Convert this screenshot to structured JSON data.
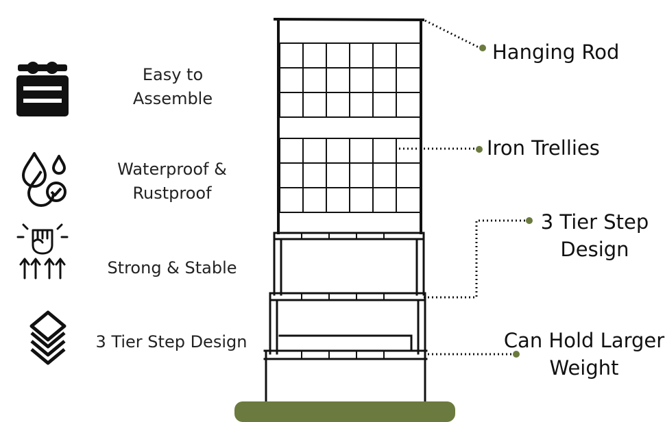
{
  "features": [
    {
      "label": "Easy to\nAssemble",
      "icon": "signboard-icon"
    },
    {
      "label": "Waterproof &\nRustproof",
      "icon": "water-drops-check-icon"
    },
    {
      "label": "Strong & Stable",
      "icon": "raised-fist-icon"
    },
    {
      "label": "3 Tier Step Design",
      "icon": "stacked-layers-icon"
    }
  ],
  "callouts": {
    "hanging_rod": "Hanging Rod",
    "iron_trellies": "Iron Trellies",
    "tier_step": "3 Tier Step\nDesign",
    "larger_weight": "Can Hold Larger\nWeight"
  },
  "colors": {
    "accent": "#6b7a3e",
    "product": "#111111"
  }
}
